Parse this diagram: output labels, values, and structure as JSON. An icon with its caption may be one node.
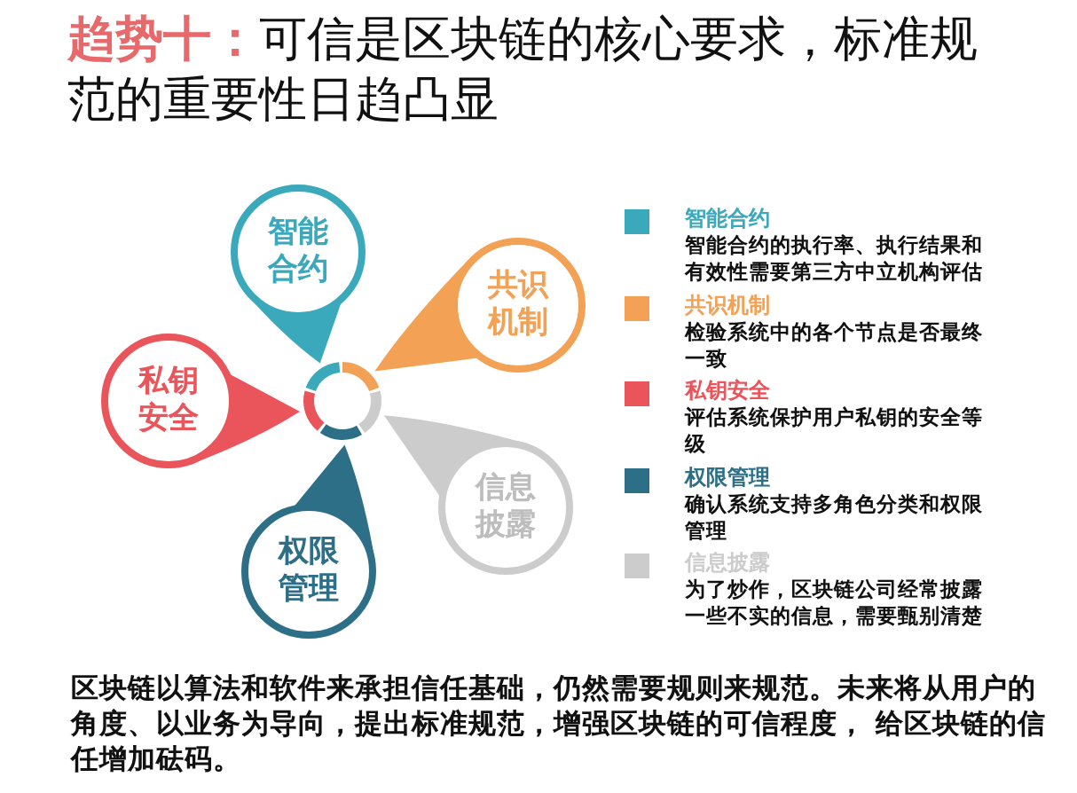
{
  "diagram": {
    "title": "**趋势十：**可信是区块链的核心要求，标准规范的重要性日趋凸显",
    "nodes": [
      {
        "text": [
          "智能合约"
        ]
      },
      {
        "text": [
          "共识机制"
        ]
      },
      {
        "text": [
          "私钥安全"
        ]
      },
      {
        "text": [
          "信息披露"
        ]
      },
      {
        "text": [
          "权限管理"
        ]
      }
    ],
    "legend": [
      {
        "text": "智能合约",
        "color": "#3aa9bc"
      },
      {
        "text": "共识机制",
        "color": "#f2a155"
      },
      {
        "text": "私钥安全",
        "color": "#e9555b"
      },
      {
        "text": "权限管理",
        "color": "#2e6f88"
      },
      {
        "text": "信息披露",
        "color": "#cccccc"
      }
    ],
    "labels": [
      "智能合约的执行率、执行结果和有效性需要第三方中立机构评估",
      "检验系统中的各个节点是否最终一致",
      "评估系统保护用户私钥的安全等级",
      "确认系统支持多角色分类和权限管理",
      "为了炒作，区块链公司经常披露一些不实的信息，需要甄别清楚",
      "区块链以算法和软件来承担信任基础，仍然需要规则来规范。未来将从用户的角度、以业务为导向，提出标准规范，增强区块链的可信程度， 给区块链的信任增加砝码。"
    ]
  }
}
